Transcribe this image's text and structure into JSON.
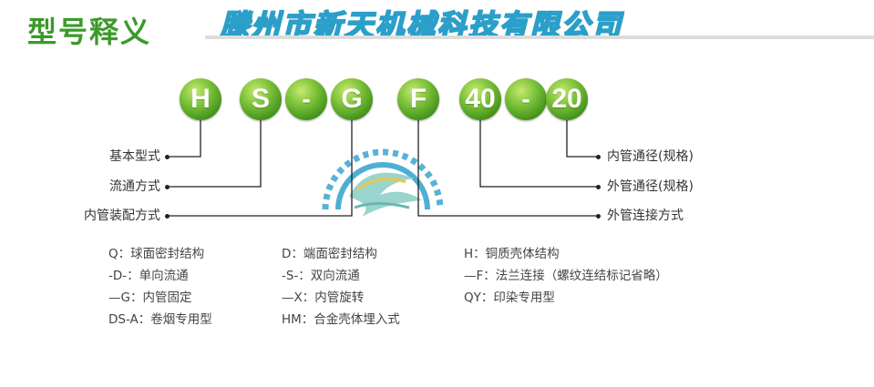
{
  "title": "型号释义",
  "company": "滕州市新天机械科技有限公司",
  "code": {
    "c1": "H",
    "c2": "S",
    "dash1": "-",
    "c3": "G",
    "c4": "F",
    "c5": "40",
    "dash2": "-",
    "c6": "20"
  },
  "labels_left": {
    "basic_type": "基本型式",
    "flow_mode": "流通方式",
    "inner_assembly": "内管装配方式"
  },
  "labels_right": {
    "inner_diameter": "内管通径(规格)",
    "outer_diameter": "外管通径(规格)",
    "outer_connection": "外管连接方式"
  },
  "legend": {
    "col1": [
      "Q：球面密封结构",
      "-D-：单向流通",
      "—G：内管固定",
      "DS-A：卷烟专用型"
    ],
    "col2": [
      "D：端面密封结构",
      "-S-：双向流通",
      "—X：内管旋转",
      "HM：合金壳体埋入式"
    ],
    "col3": [
      "H：铜质壳体结构",
      "—F：法兰连接（螺纹连结标记省略）",
      "QY：印染专用型"
    ]
  },
  "colors": {
    "title_green": "#3b9a2a",
    "company_blue": "#2a9fc9",
    "circle_green": "#5aaa28",
    "line": "#222222"
  },
  "icons": {
    "watermark": "gear-dragon-logo"
  }
}
